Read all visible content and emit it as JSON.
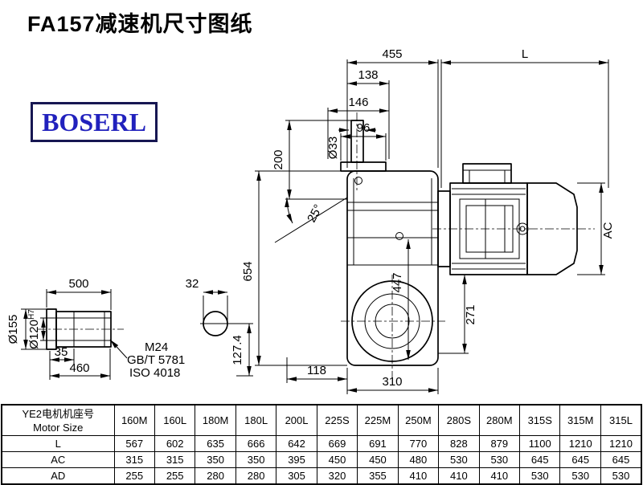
{
  "title": "FA157减速机尺寸图纸",
  "logo": "BOSERL",
  "drawing": {
    "dims": {
      "d455": "455",
      "dL": "L",
      "d138": "138",
      "d146": "146",
      "d96": "96",
      "d33": "Ø33",
      "d200": "200",
      "angle25": "25°",
      "d654": "654",
      "dAC": "AC",
      "d447": "447",
      "d271": "271",
      "d118": "118",
      "d310": "310",
      "d500": "500",
      "d35": "35",
      "d460": "460",
      "d155": "Ø155",
      "d120": "Ø120",
      "d120tol": "H7",
      "m24": "M24",
      "gb": "GB/T 5781",
      "iso": "ISO 4018",
      "d32": "32",
      "d127": "127.4"
    }
  },
  "table": {
    "header_cn": "YE2电机机座号",
    "header_en": "Motor Size",
    "sizes": [
      "160M",
      "160L",
      "180M",
      "180L",
      "200L",
      "225S",
      "225M",
      "250M",
      "280S",
      "280M",
      "315S",
      "315M",
      "315L"
    ],
    "rows": [
      {
        "label": "L",
        "values": [
          "567",
          "602",
          "635",
          "666",
          "642",
          "669",
          "691",
          "770",
          "828",
          "879",
          "1100",
          "1210",
          "1210"
        ]
      },
      {
        "label": "AC",
        "values": [
          "315",
          "315",
          "350",
          "350",
          "395",
          "450",
          "450",
          "480",
          "530",
          "530",
          "645",
          "645",
          "645"
        ]
      },
      {
        "label": "AD",
        "values": [
          "255",
          "255",
          "280",
          "280",
          "305",
          "320",
          "355",
          "410",
          "410",
          "410",
          "530",
          "530",
          "530"
        ]
      }
    ]
  }
}
